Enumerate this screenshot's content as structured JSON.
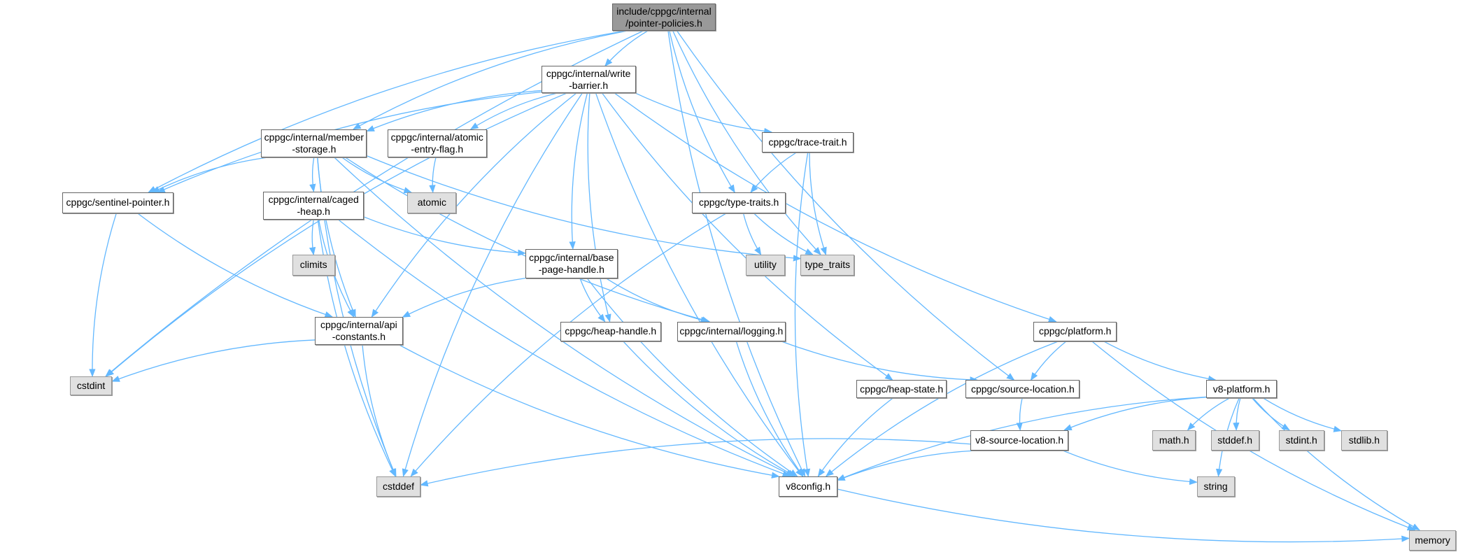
{
  "colors": {
    "edge": "#63b8ff",
    "root_fill": "#999999",
    "system_fill": "#e0e0e0",
    "node_fill": "#ffffff"
  },
  "nodes": {
    "pp": {
      "label": "include/cppgc/internal\n/pointer-policies.h",
      "kind": "root"
    },
    "wb": {
      "label": "cppgc/internal/write\n-barrier.h",
      "kind": "file"
    },
    "ms": {
      "label": "cppgc/internal/member\n-storage.h",
      "kind": "file"
    },
    "aef": {
      "label": "cppgc/internal/atomic\n-entry-flag.h",
      "kind": "file"
    },
    "tr": {
      "label": "cppgc/trace-trait.h",
      "kind": "file"
    },
    "sp": {
      "label": "cppgc/sentinel-pointer.h",
      "kind": "file"
    },
    "ch": {
      "label": "cppgc/internal/caged\n-heap.h",
      "kind": "file"
    },
    "atomic": {
      "label": "atomic",
      "kind": "system"
    },
    "tyt": {
      "label": "cppgc/type-traits.h",
      "kind": "file"
    },
    "climits": {
      "label": "climits",
      "kind": "system"
    },
    "utility": {
      "label": "utility",
      "kind": "system"
    },
    "type_traits": {
      "label": "type_traits",
      "kind": "system"
    },
    "bph": {
      "label": "cppgc/internal/base\n-page-handle.h",
      "kind": "file"
    },
    "api": {
      "label": "cppgc/internal/api\n-constants.h",
      "kind": "file"
    },
    "hh": {
      "label": "cppgc/heap-handle.h",
      "kind": "file"
    },
    "log": {
      "label": "cppgc/internal/logging.h",
      "kind": "file"
    },
    "plat": {
      "label": "cppgc/platform.h",
      "kind": "file"
    },
    "cstdint": {
      "label": "cstdint",
      "kind": "system"
    },
    "hs": {
      "label": "cppgc/heap-state.h",
      "kind": "file"
    },
    "sl": {
      "label": "cppgc/source-location.h",
      "kind": "file"
    },
    "v8p": {
      "label": "v8-platform.h",
      "kind": "file"
    },
    "v8sl": {
      "label": "v8-source-location.h",
      "kind": "file"
    },
    "math": {
      "label": "math.h",
      "kind": "system"
    },
    "stddef": {
      "label": "stddef.h",
      "kind": "system"
    },
    "stdint": {
      "label": "stdint.h",
      "kind": "system"
    },
    "stdlib": {
      "label": "stdlib.h",
      "kind": "system"
    },
    "cstddef": {
      "label": "cstddef",
      "kind": "system"
    },
    "v8c": {
      "label": "v8config.h",
      "kind": "file"
    },
    "string": {
      "label": "string",
      "kind": "system"
    },
    "memory": {
      "label": "memory",
      "kind": "system"
    }
  },
  "edges": [
    [
      "pp",
      "cstdint"
    ],
    [
      "pp",
      "sp"
    ],
    [
      "pp",
      "ms"
    ],
    [
      "pp",
      "wb"
    ],
    [
      "pp",
      "tyt"
    ],
    [
      "pp",
      "type_traits"
    ],
    [
      "pp",
      "sl"
    ],
    [
      "pp",
      "v8c"
    ],
    [
      "wb",
      "cstdint"
    ],
    [
      "wb",
      "sp"
    ],
    [
      "wb",
      "ms"
    ],
    [
      "wb",
      "aef"
    ],
    [
      "wb",
      "api"
    ],
    [
      "wb",
      "cstddef"
    ],
    [
      "wb",
      "bph"
    ],
    [
      "wb",
      "hh"
    ],
    [
      "wb",
      "v8c"
    ],
    [
      "wb",
      "hs"
    ],
    [
      "wb",
      "tr"
    ],
    [
      "wb",
      "plat"
    ],
    [
      "ms",
      "sp"
    ],
    [
      "ms",
      "ch"
    ],
    [
      "ms",
      "atomic"
    ],
    [
      "ms",
      "api"
    ],
    [
      "ms",
      "cstddef"
    ],
    [
      "ms",
      "v8c"
    ],
    [
      "ms",
      "log"
    ],
    [
      "ms",
      "type_traits"
    ],
    [
      "aef",
      "atomic"
    ],
    [
      "tr",
      "tyt"
    ],
    [
      "tr",
      "type_traits"
    ],
    [
      "tr",
      "v8c"
    ],
    [
      "sp",
      "cstdint"
    ],
    [
      "sp",
      "api"
    ],
    [
      "ch",
      "climits"
    ],
    [
      "ch",
      "api"
    ],
    [
      "ch",
      "cstddef"
    ],
    [
      "ch",
      "v8c"
    ],
    [
      "ch",
      "bph"
    ],
    [
      "tyt",
      "utility"
    ],
    [
      "tyt",
      "type_traits"
    ],
    [
      "tyt",
      "cstddef"
    ],
    [
      "bph",
      "api"
    ],
    [
      "bph",
      "hh"
    ],
    [
      "bph",
      "log"
    ],
    [
      "bph",
      "v8c"
    ],
    [
      "api",
      "cstdint"
    ],
    [
      "api",
      "cstddef"
    ],
    [
      "api",
      "v8c"
    ],
    [
      "hh",
      "v8c"
    ],
    [
      "log",
      "sl"
    ],
    [
      "log",
      "v8c"
    ],
    [
      "plat",
      "sl"
    ],
    [
      "plat",
      "v8p"
    ],
    [
      "plat",
      "v8c"
    ],
    [
      "plat",
      "memory"
    ],
    [
      "hs",
      "v8c"
    ],
    [
      "sl",
      "v8sl"
    ],
    [
      "v8p",
      "v8sl"
    ],
    [
      "v8p",
      "math"
    ],
    [
      "v8p",
      "stddef"
    ],
    [
      "v8p",
      "stdint"
    ],
    [
      "v8p",
      "stdlib"
    ],
    [
      "v8p",
      "v8c"
    ],
    [
      "v8p",
      "string"
    ],
    [
      "v8p",
      "memory"
    ],
    [
      "v8sl",
      "cstddef"
    ],
    [
      "v8sl",
      "v8c"
    ],
    [
      "v8sl",
      "string"
    ],
    [
      "v8c",
      "memory"
    ]
  ]
}
